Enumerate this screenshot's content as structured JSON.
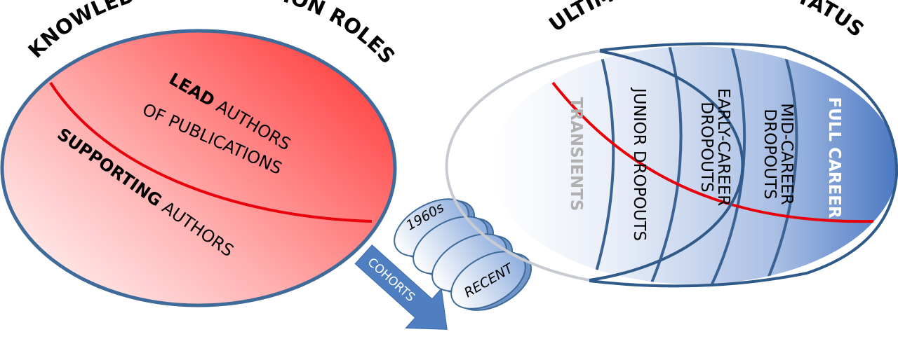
{
  "left_panel": {
    "title": "KNOWLEDGE PRODUCTION ROLES",
    "lead_bold": "LEAD",
    "lead_rest": " AUTHORS",
    "lead_line2": "OF PUBLICATIONS",
    "support_bold": "SUPPORTING",
    "support_rest": " AUTHORS",
    "colors": {
      "fill_strong": "#ff4646",
      "fill_light": "#ffffff",
      "outline": "#3f6b9a",
      "divider": "#e8000b"
    }
  },
  "cohorts": {
    "first": "1960s",
    "last": "RECENT",
    "arrow_label": "COHORTS",
    "count": 4,
    "colors": {
      "disc": "#9bb9e0",
      "arrow": "#4f7fc0"
    }
  },
  "right_panel": {
    "title": "ULTIMATE SURVIVAL STATUS",
    "bands": [
      {
        "lines": [
          "TRANSIENTS"
        ]
      },
      {
        "lines": [
          "JUNIOR DROPOUTS"
        ]
      },
      {
        "lines": [
          "EARLY-CAREER",
          "DROPOUTS"
        ]
      },
      {
        "lines": [
          "MID-CAREER",
          "DROPOUTS"
        ]
      },
      {
        "lines": [
          "FULL CAREER"
        ]
      }
    ],
    "colors": {
      "fill_strong": "#4f7cc4",
      "fill_light": "#ffffff",
      "outline": "#2f5a8a",
      "transient_outline": "#c8ccd2",
      "transient_text": "#b0b0b0",
      "divider": "#e8000b"
    }
  }
}
